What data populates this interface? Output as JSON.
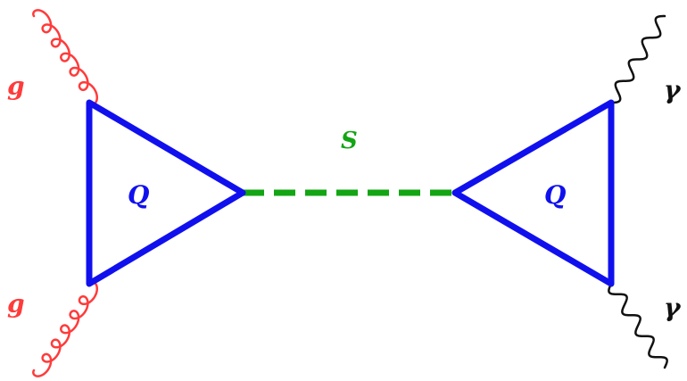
{
  "diagram": {
    "labels": {
      "gluon_top": "g",
      "gluon_bottom": "g",
      "scalar": "S",
      "quark_loop_left": "Q",
      "quark_loop_right": "Q",
      "photon_top": "γ",
      "photon_bottom": "γ"
    },
    "colors": {
      "gluon": "#ff3b3b",
      "quark_loop": "#1010ee",
      "scalar": "#13a513",
      "photon": "#111111",
      "label_gluon": "#ff3b3b",
      "label_scalar": "#13a513",
      "label_quark": "#1010ee",
      "label_photon": "#111111"
    }
  }
}
